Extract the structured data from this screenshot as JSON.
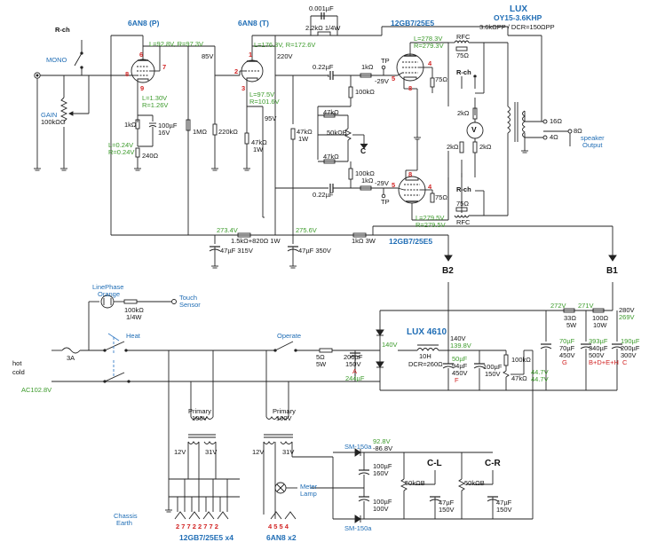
{
  "top": {
    "rch": "R-ch",
    "mono": "MONO",
    "gain": "GAIN",
    "gain_val": "100kΩG",
    "tube_p": "6AN8 (P)",
    "tube_t": "6AN8 (T)",
    "tube_out_top": "12GB7/25E5",
    "tube_out_bot": "12GB7/25E5",
    "lux": "LUX",
    "oy": "OY15-3.6KHP",
    "oy_spec": "3.6kΩPP / DCR=150ΩPP",
    "cap_fb": "0.001µF",
    "res_fb": "2.2kΩ 1/4W",
    "v_p_plate": "L=92.8V, R=97.3V",
    "v_85": "85V",
    "v_t_plate": "L=176.3V, R=172.6V",
    "v_220": "220V",
    "v_t_cath1": "L=97.5V",
    "v_t_cath2": "R=101.6V",
    "v_p_k1": "L=1.30V",
    "v_p_k2": "R=1.26V",
    "v_p_k3": "L=0.24V",
    "v_p_k4": "R=0.24V",
    "v_out_top1": "L=278.3V",
    "v_out_top2": "R=279.3V",
    "v_out_bot1": "L=279.5V",
    "v_out_bot2": "R=279.5V",
    "pin6": "6",
    "pin7": "7",
    "pin8a": "8",
    "pin9": "9",
    "pin1": "1",
    "pin2": "2",
    "pin3": "3",
    "pin5a": "5",
    "pin4a": "4",
    "pin8b": "8",
    "pin8c": "8",
    "pin5b": "5",
    "pin4b": "4",
    "r_1k": "1kΩ",
    "r_240": "240Ω",
    "c_100u": "100µF",
    "c_16v": "16V",
    "r_1m": "1MΩ",
    "r_220k": "220kΩ",
    "r_47k_t": "47kΩ",
    "r_1w_t": "1W",
    "v_95": "95V",
    "r_47k_pi": "47kΩ",
    "r_1w_pi": "1W",
    "c_022_top": "0.22µF",
    "c_022_bot": "0.22µF",
    "r_1k_top": "1kΩ",
    "r_1k_bot": "1kΩ",
    "tp1": "TP",
    "tp2": "TP",
    "v_29a": "-29V",
    "v_29b": "-29V",
    "r_75_top": "75Ω",
    "r_75_bot": "75Ω",
    "r_100k_a": "100kΩ",
    "r_47k_a": "47kΩ",
    "pot_50k": "50kΩB",
    "r_47k_b": "47kΩ",
    "r_100k_b": "100kΩ",
    "c_label": "C",
    "rfc_top": "RFC",
    "r_75_rfc_top": "75Ω",
    "rfc_bot": "RFC",
    "r_75_rfc_bot": "75Ω",
    "rch2": "R-ch",
    "rch3": "R-ch",
    "r_2k_a": "2kΩ",
    "r_2k_b": "2kΩ",
    "r_2k_c": "2kΩ",
    "meter_v": "V",
    "tap_16": "16Ω",
    "tap_4": "4Ω",
    "tap_8": "8Ω",
    "spk1": "speaker",
    "spk2": "Output",
    "v_2734": "273.4V",
    "v_2756": "275.6V",
    "r_15k": "1.5kΩ+820Ω 1W",
    "r_1k3w": "1kΩ 3W",
    "c_47u_a": "47µF 315V",
    "c_47u_b": "47µF 350V",
    "b2": "B2",
    "b1": "B1"
  },
  "ps": {
    "linephase": "LinePhase",
    "orange": "Orange",
    "r_100k": "100kΩ",
    "r_quarter": "1/4W",
    "touch": "Touch",
    "sensor": "Sensor",
    "heat": "Heat",
    "operate": "Operate",
    "fuse": "3A",
    "hot": "hot",
    "cold": "cold",
    "ac": "AC102.8V",
    "r_5": "5Ω",
    "r_5w": "5W",
    "c_200": "200µF",
    "c_150v": "150V",
    "v_244": "244µF",
    "a": "A",
    "lux4610": "LUX 4610",
    "choke_10h": "10H",
    "choke_dcr": "DCR=260Ω",
    "v_140": "140V",
    "v_140b": "140V",
    "v_1398": "139.8V",
    "c_50": "50µF",
    "c_94": "94µF",
    "c_450": "450V",
    "f": "F",
    "c_100_150": "100µF",
    "c_150v_b": "150V",
    "r_100k_b": "100kΩ",
    "r_47k": "47kΩ",
    "v_447a": "44.7V",
    "v_447b": "44.7V",
    "v_272": "272V",
    "v_271": "271V",
    "r_33": "33Ω",
    "r_5w_b": "5W",
    "r_100": "100Ω",
    "r_10w": "10W",
    "v_280": "280V",
    "v_269": "269V",
    "c_70a": "70µF",
    "c_70b": "70µF",
    "c_450b": "450V",
    "g": "G",
    "c_393": "393µF",
    "c_340": "340µF",
    "c_500": "500V",
    "bdeh": "B+D+E+H",
    "c_190": "190µF",
    "c_200b": "200µF",
    "c_300": "300V",
    "c_letter": "C",
    "primary1": "Primary",
    "v_100a": "100V",
    "primary2": "Primary",
    "v_100b": "100V",
    "v_12a": "12V",
    "v_31a": "31V",
    "v_12b": "12V",
    "v_31b": "31V",
    "chassis": "Chassis",
    "earth": "Earth",
    "heater_pins_a": "2 7   7 2   2 7   7 2",
    "heater_pins_b": "4 5   5 4",
    "tubes_a": "12GB7/25E5 x4",
    "tubes_b": "6AN8 x2",
    "meter": "Meter",
    "lamp": "Lamp",
    "sm1": "SM-150a",
    "sm2": "SM-150a",
    "v_928": "92.8V",
    "v_868": "-86.8V",
    "cl": "C-L",
    "cr": "C-R",
    "c_100_a": "100µF",
    "c_160_a": "160V",
    "c_100_b": "100µF",
    "c_100v_b": "100V",
    "pot_l": "50kΩB",
    "pot_r": "50kΩB",
    "c_47_l": "47µF",
    "c_150_l": "150V",
    "c_47_r": "47µF",
    "c_150_r": "150V"
  }
}
